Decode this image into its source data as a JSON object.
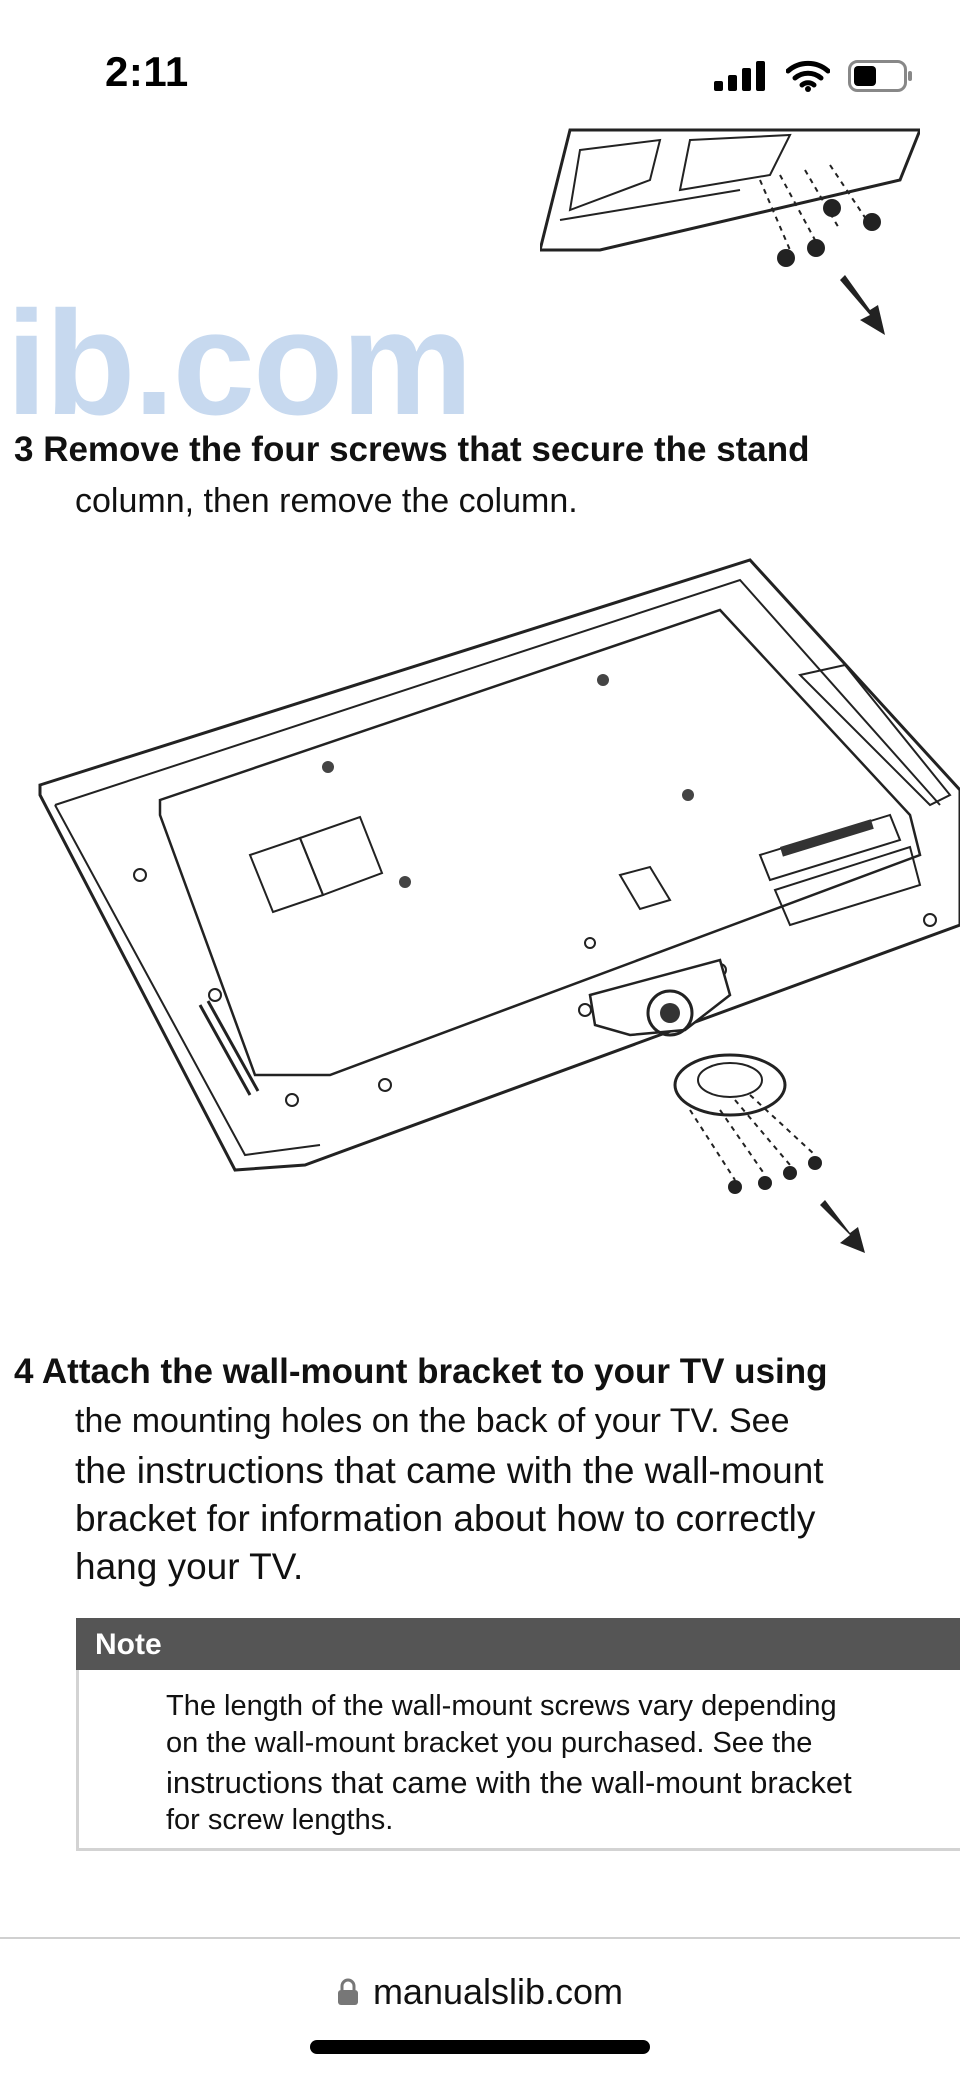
{
  "status_bar": {
    "time": "2:11",
    "icons": [
      "cellular-signal-icon",
      "wifi-icon",
      "battery-icon"
    ]
  },
  "watermark": "ib.com",
  "step3": {
    "heading": "3 Remove the four screws that secure the stand",
    "lines": [
      "column, then remove the column."
    ]
  },
  "step4": {
    "heading": "4 Attach the wall-mount bracket to your TV using",
    "lines": [
      "the mounting holes on the back of your TV. See",
      "the instructions that came with the wall-mount",
      "bracket for information about how to correctly",
      "hang your TV."
    ]
  },
  "note": {
    "title": "Note",
    "lines": [
      "The length of the wall-mount screws vary depending",
      "on the wall-mount bracket you purchased. See the",
      "instructions that came with the wall-mount bracket",
      "for screw lengths."
    ]
  },
  "browser": {
    "url": "manualslib.com",
    "lock_icon": "lock-icon"
  }
}
